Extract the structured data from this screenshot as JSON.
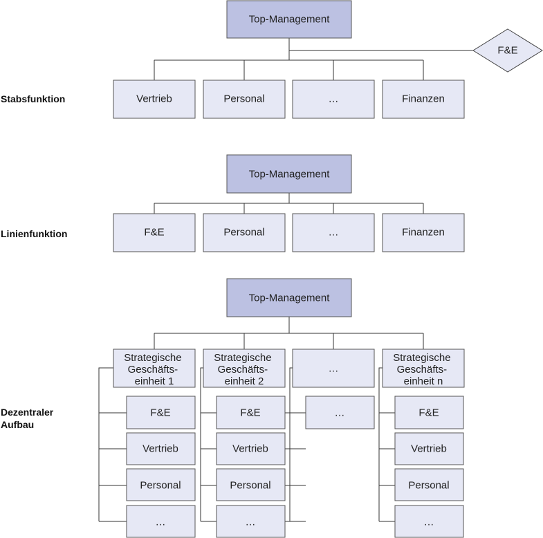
{
  "sections": {
    "stab": {
      "label": "Stabsfunktion",
      "top": "Top-Management",
      "staff": "F&E",
      "units": [
        "Vertrieb",
        "Personal",
        "…",
        "Finanzen"
      ]
    },
    "linie": {
      "label": "Linienfunktion",
      "top": "Top-Management",
      "units": [
        "F&E",
        "Personal",
        "…",
        "Finanzen"
      ]
    },
    "dezentral": {
      "label_lines": [
        "Dezentraler",
        "Aufbau"
      ],
      "top": "Top-Management",
      "units": [
        {
          "title_lines": [
            "Strategische",
            "Geschäfts-",
            "einheit 1"
          ],
          "functions": [
            "F&E",
            "Vertrieb",
            "Personal",
            "…"
          ]
        },
        {
          "title_lines": [
            "Strategische",
            "Geschäfts-",
            "einheit 2"
          ],
          "functions": [
            "F&E",
            "Vertrieb",
            "Personal",
            "…"
          ]
        },
        {
          "title_lines": [
            "…"
          ],
          "functions": [
            "…"
          ]
        },
        {
          "title_lines": [
            "Strategische",
            "Geschäfts-",
            "einheit n"
          ],
          "functions": [
            "F&E",
            "Vertrieb",
            "Personal",
            "…"
          ]
        }
      ]
    }
  },
  "colors": {
    "top_fill": "#bcc1e2",
    "box_fill": "#e6e8f5",
    "border": "#555555"
  }
}
